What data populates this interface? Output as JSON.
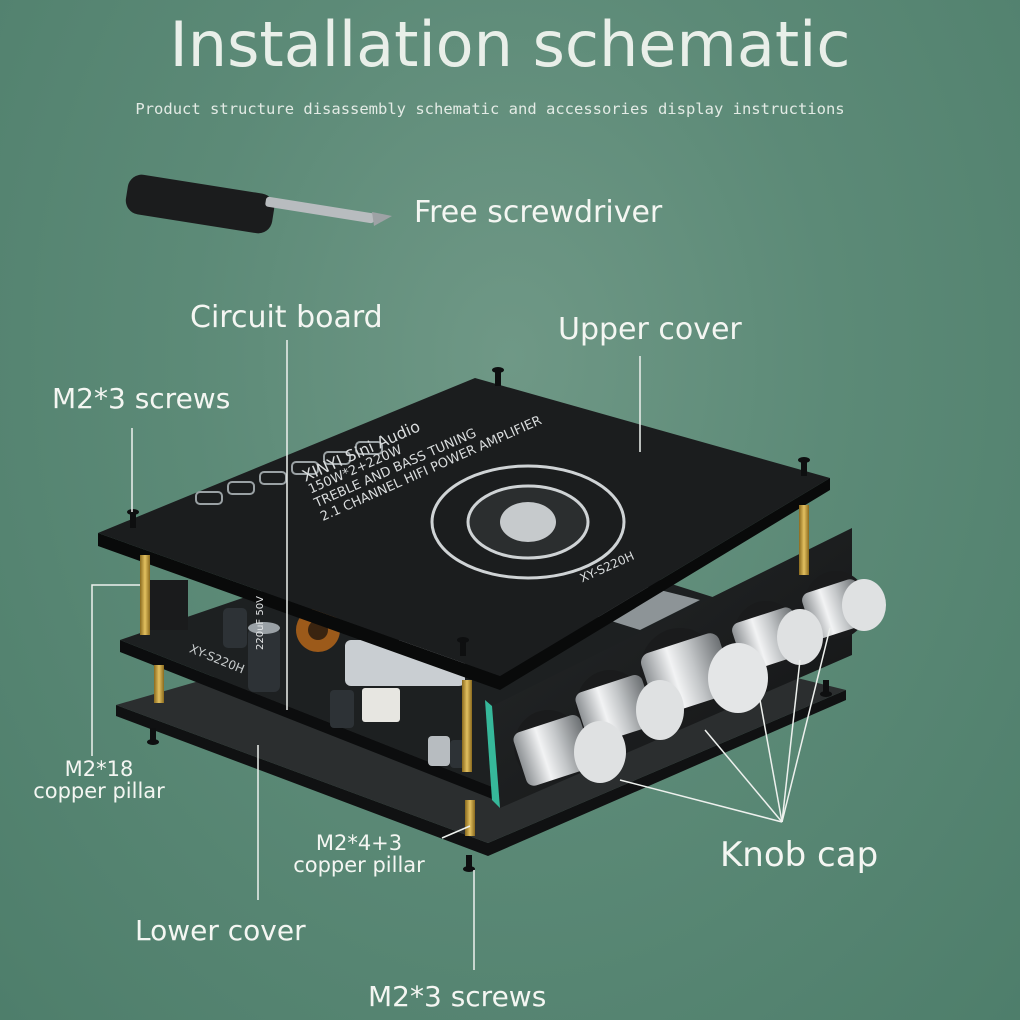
{
  "header": {
    "title": "Installation schematic",
    "subtitle": "Product structure disassembly schematic and accessories display instructions"
  },
  "labels": {
    "screwdriver": "Free screwdriver",
    "circuit_board": "Circuit board",
    "upper_cover": "Upper cover",
    "screws_top": "M2*3 screws",
    "pillar18_line1": "M2*18",
    "pillar18_line2": "copper pillar",
    "pillar4_line1": "M2*4+3",
    "pillar4_line2": "copper pillar",
    "knob_cap": "Knob cap",
    "lower_cover": "Lower cover",
    "screws_bottom": "M2*3 screws"
  },
  "board_print": {
    "brand": "XINYI Sini Audio",
    "power": "150W*2+220W",
    "tuning": "TREBLE AND BASS TUNING",
    "amp": "2.1 CHANNEL HIFI POWER AMPLIFIER",
    "model_top": "XY-S220H",
    "model_board": "XY-S220H",
    "cap_value": "220uF 50V"
  },
  "colors": {
    "background": "#5c8a77",
    "panel": "#1a1c1d",
    "text": "#f4f6f2",
    "knob": "#c9ccce"
  }
}
